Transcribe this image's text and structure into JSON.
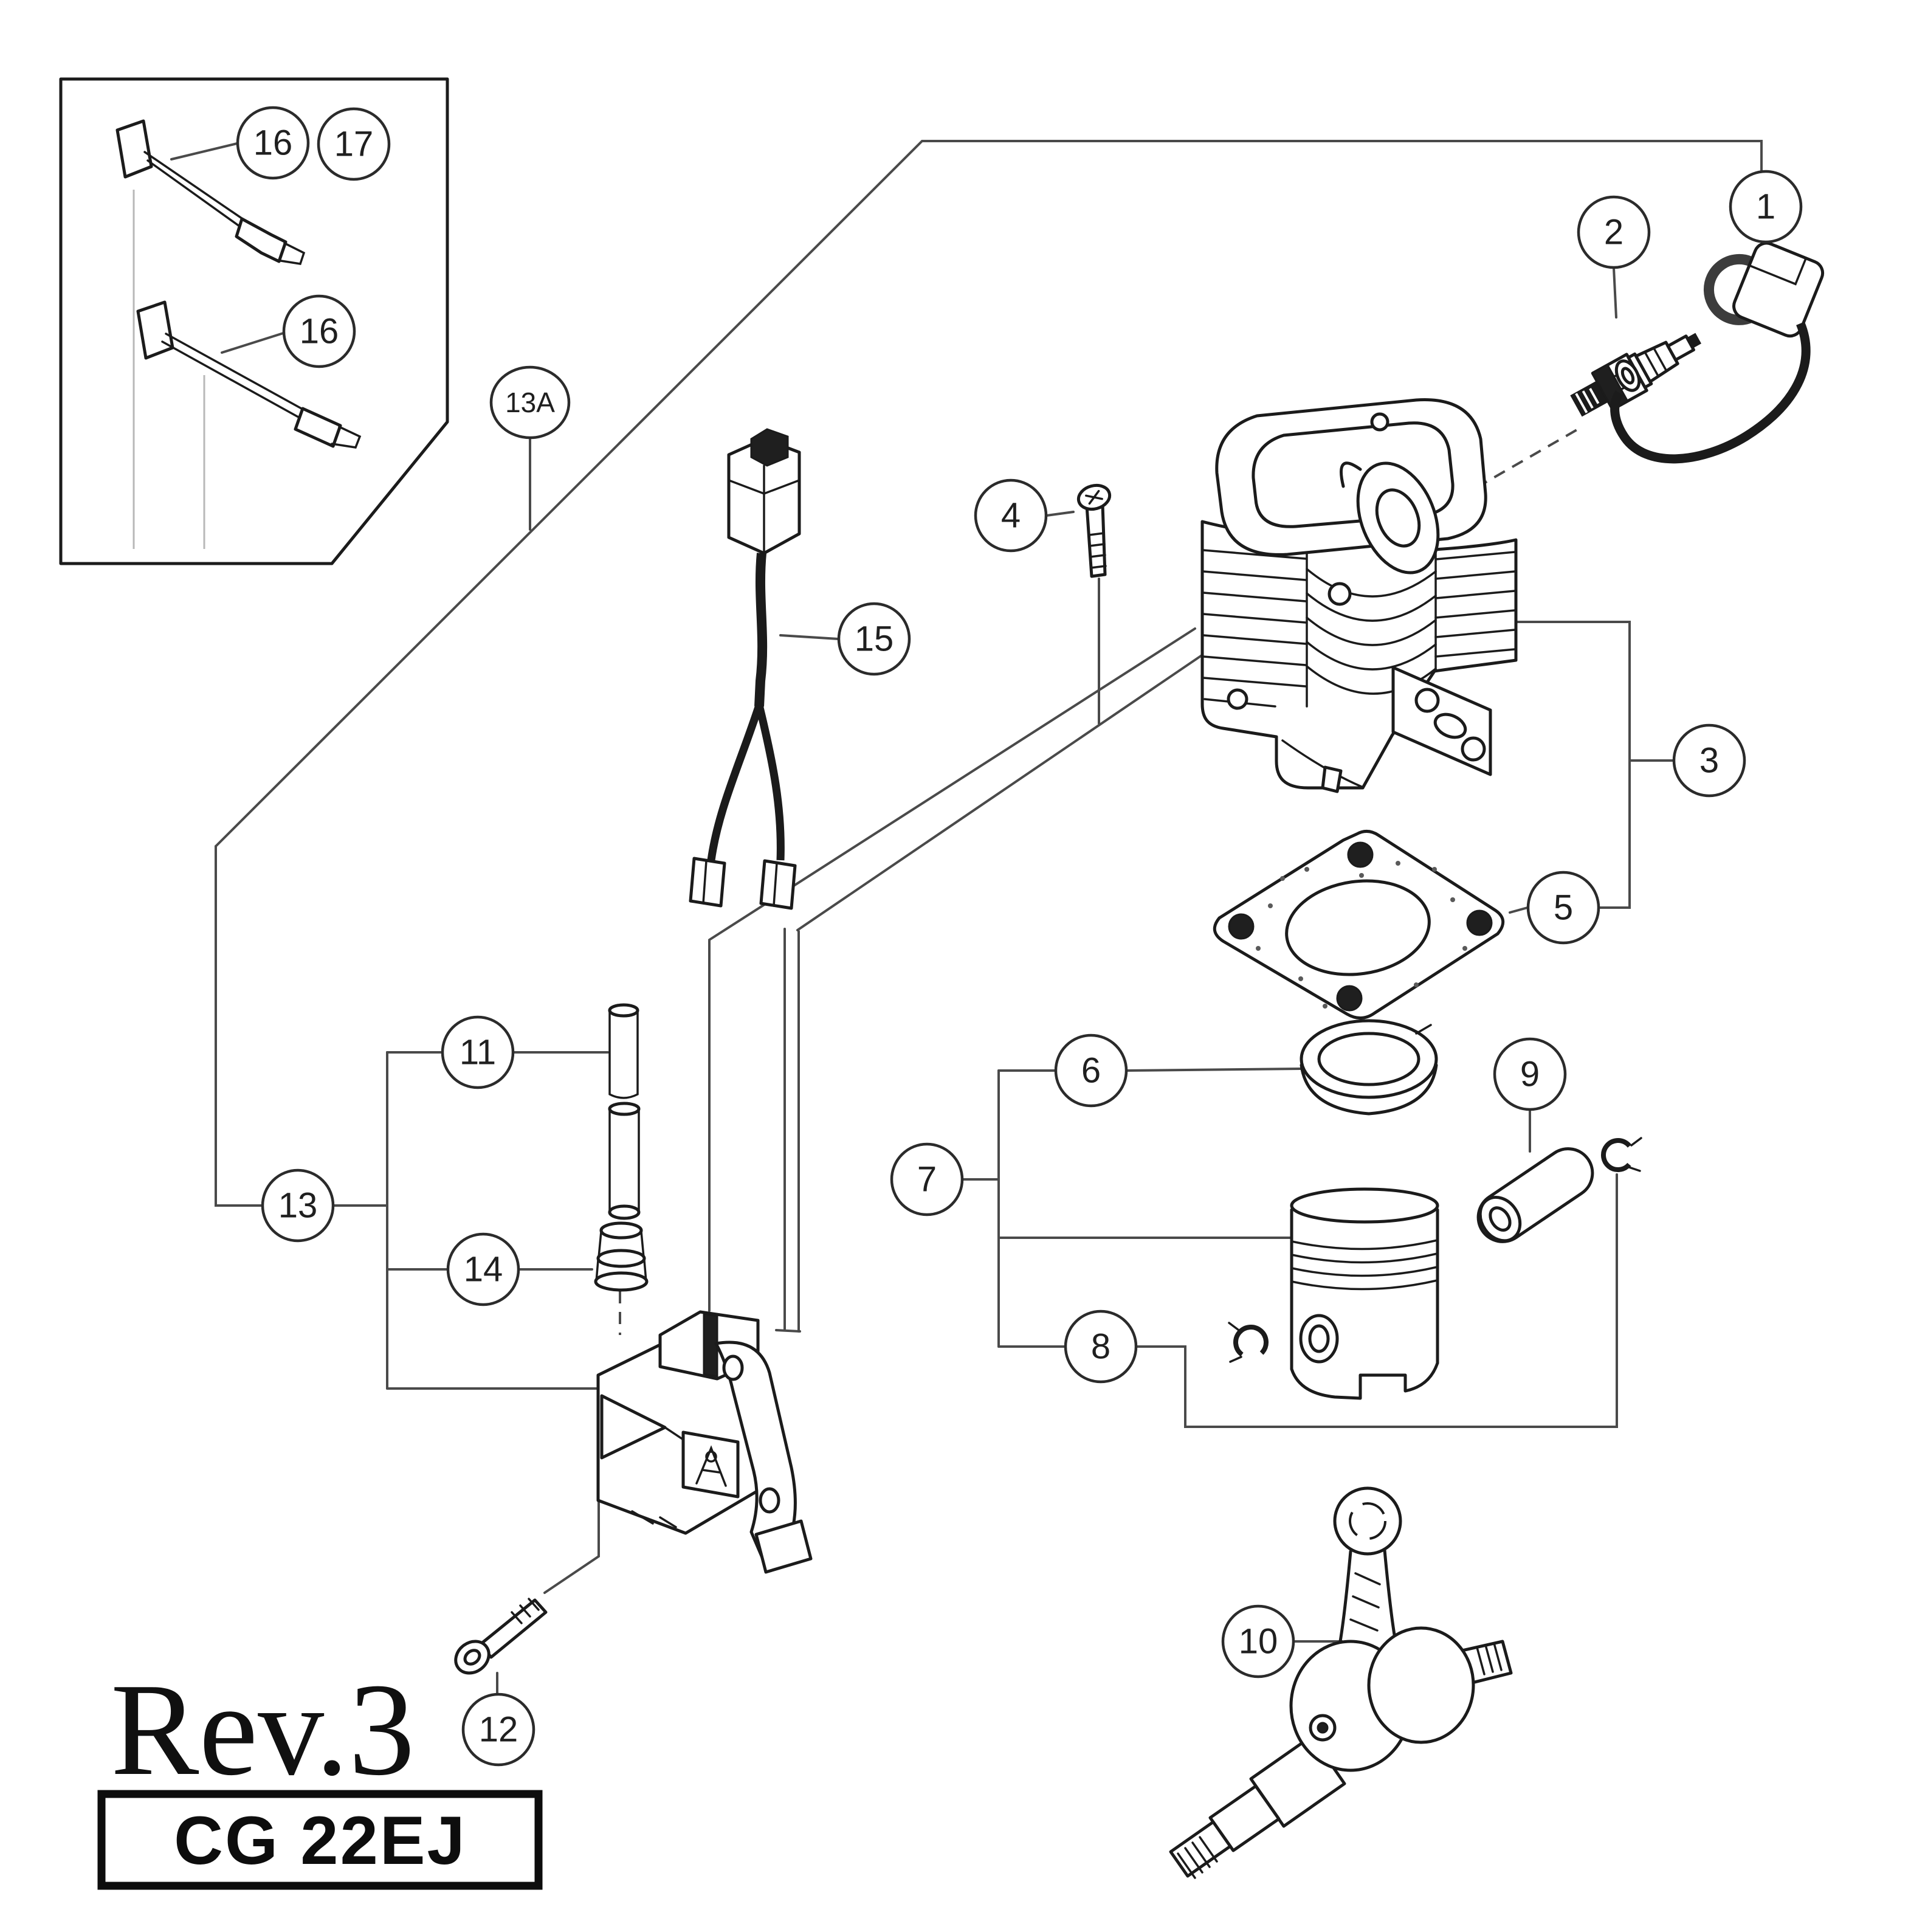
{
  "diagram": {
    "revision_label": "Rev.3",
    "model_label": "CG 22EJ",
    "callouts": {
      "c1": "1",
      "c2": "2",
      "c3": "3",
      "c4": "4",
      "c5": "5",
      "c6": "6",
      "c7": "7",
      "c8": "8",
      "c9": "9",
      "c10": "10",
      "c11": "11",
      "c12": "12",
      "c13": "13",
      "c13a": "13A",
      "c14": "14",
      "c15": "15",
      "c16a": "16",
      "c17": "17",
      "c16b": "16"
    },
    "colors": {
      "ink": "#1b1b1b",
      "leader": "#4a4a4a",
      "background": "#ffffff"
    }
  }
}
